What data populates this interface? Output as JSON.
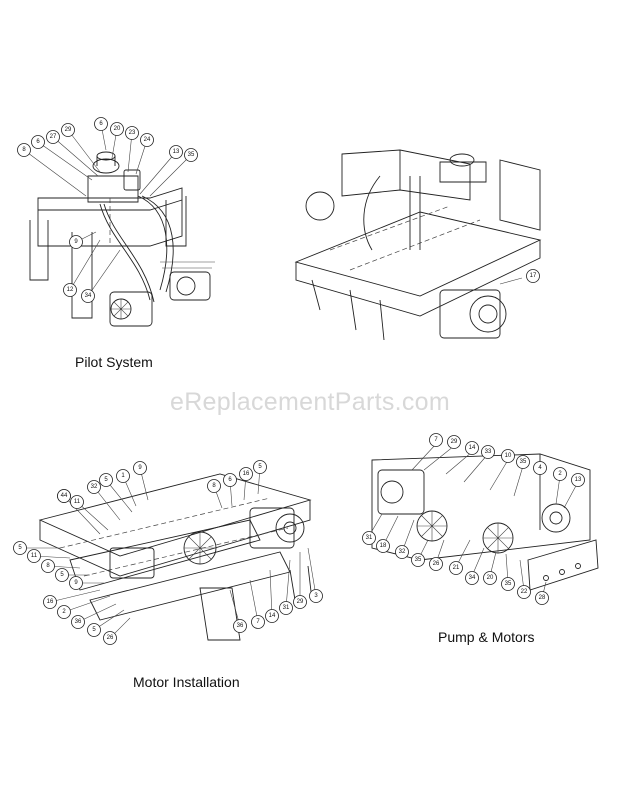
{
  "captions": {
    "pilot_system": "Pilot System",
    "motor_installation": "Motor Installation",
    "pump_motors": "Pump & Motors"
  },
  "watermark": "eReplacementParts.com",
  "callouts": {
    "pilot": [
      "8",
      "6",
      "27",
      "29",
      "6",
      "20",
      "23",
      "24",
      "13",
      "35",
      "9",
      "12",
      "34"
    ],
    "frame": [
      "17"
    ],
    "motor": [
      "9",
      "1",
      "32",
      "5",
      "11",
      "8",
      "44",
      "8",
      "6",
      "16",
      "5",
      "5",
      "11",
      "8",
      "5",
      "9",
      "16",
      "2",
      "36",
      "5",
      "26",
      "36",
      "7",
      "14",
      "31",
      "29",
      "3"
    ],
    "pump": [
      "7",
      "29",
      "14",
      "33",
      "10",
      "35",
      "4",
      "2",
      "13",
      "31",
      "18",
      "32",
      "35",
      "26",
      "21",
      "34",
      "20",
      "35",
      "22",
      "28"
    ]
  }
}
